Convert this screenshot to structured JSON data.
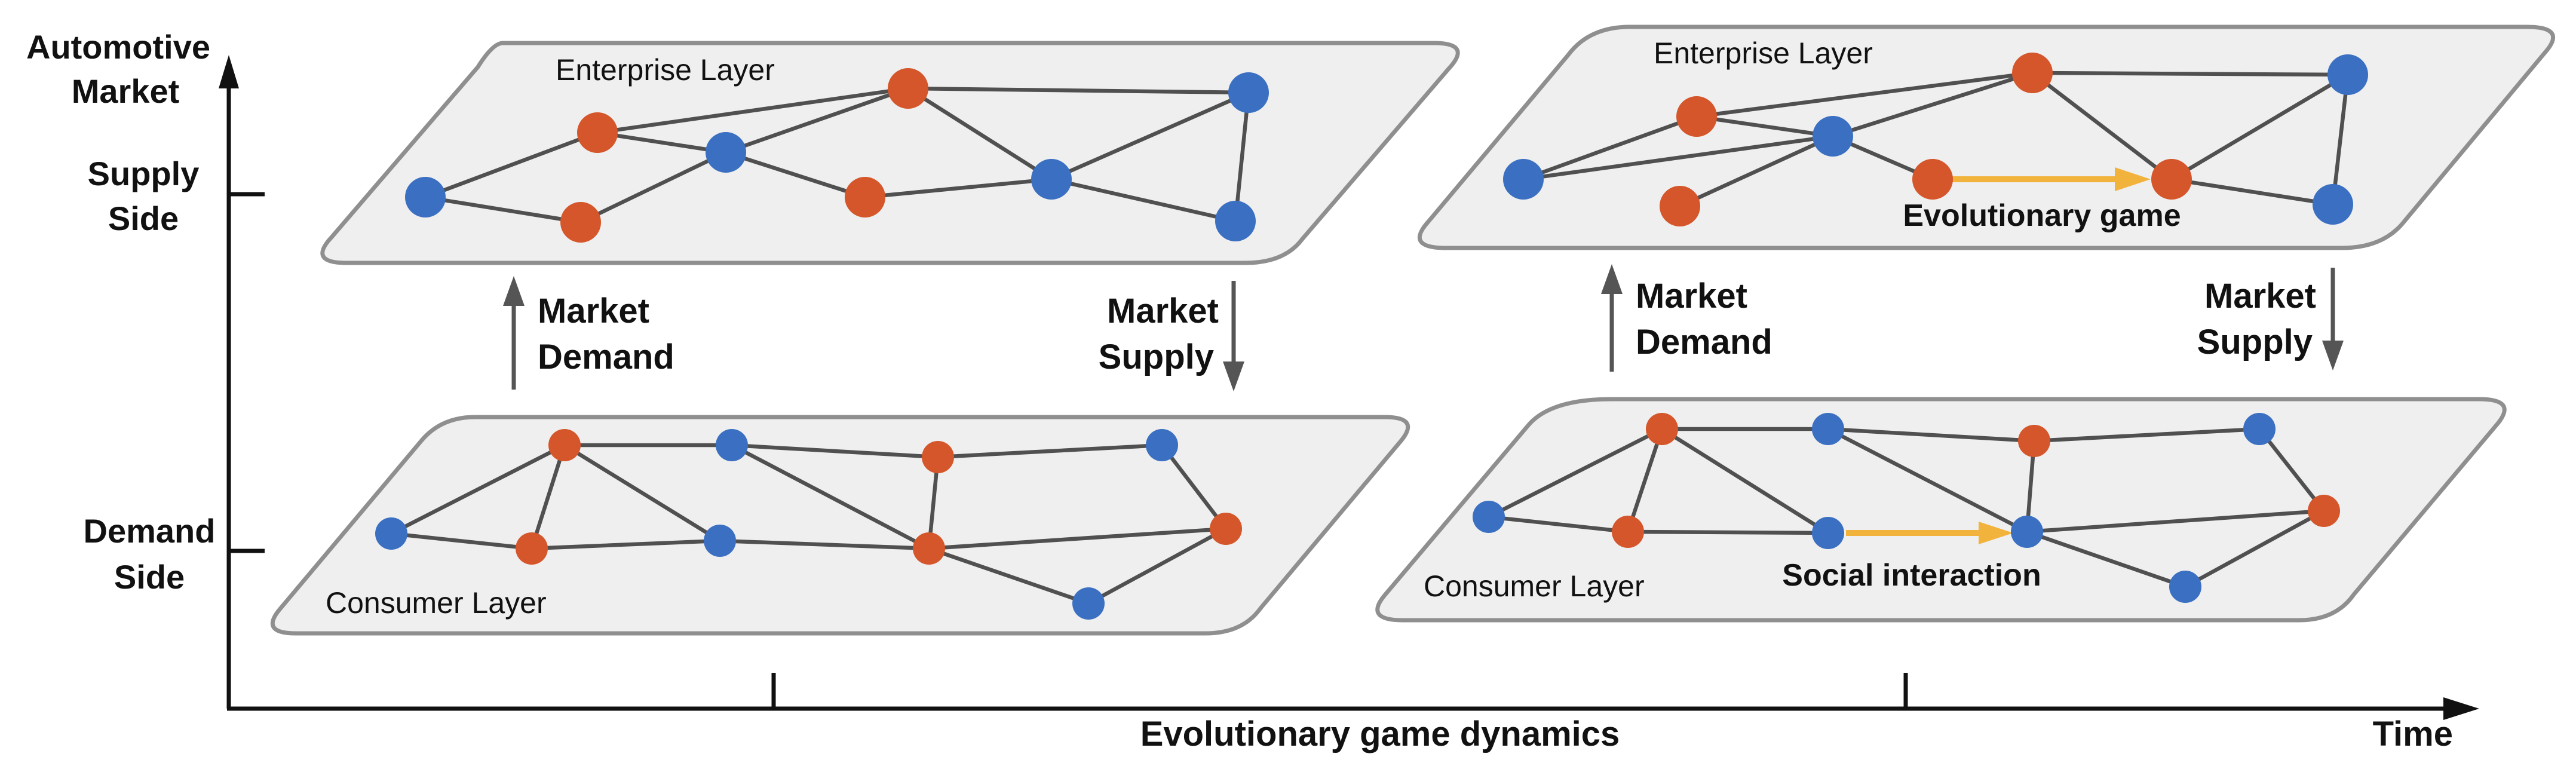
{
  "axes": {
    "y_title": [
      "Automotive",
      "Market"
    ],
    "supply_label": [
      "Supply",
      "Side"
    ],
    "demand_label": [
      "Demand",
      "Side"
    ],
    "x_title": "Evolutionary game dynamics",
    "time_label": "Time"
  },
  "panels": [
    {
      "enterprise_layer_label": "Enterprise Layer",
      "consumer_layer_label": "Consumer Layer",
      "market_demand": [
        "Market",
        "Demand"
      ],
      "market_supply": [
        "Market",
        "Supply"
      ]
    },
    {
      "enterprise_layer_label": "Enterprise Layer",
      "consumer_layer_label": "Consumer Layer",
      "market_demand": [
        "Market",
        "Demand"
      ],
      "market_supply": [
        "Market",
        "Supply"
      ],
      "enterprise_interaction_label": "Evolutionary game",
      "consumer_interaction_label": "Social interaction"
    }
  ],
  "colors": {
    "node_orange": "#d4562a",
    "node_blue": "#3a6fc2",
    "interaction_arrow": "#f2b33d",
    "plane_fill": "#efefef",
    "plane_stroke": "#8f8f8f",
    "edge": "#505050"
  }
}
